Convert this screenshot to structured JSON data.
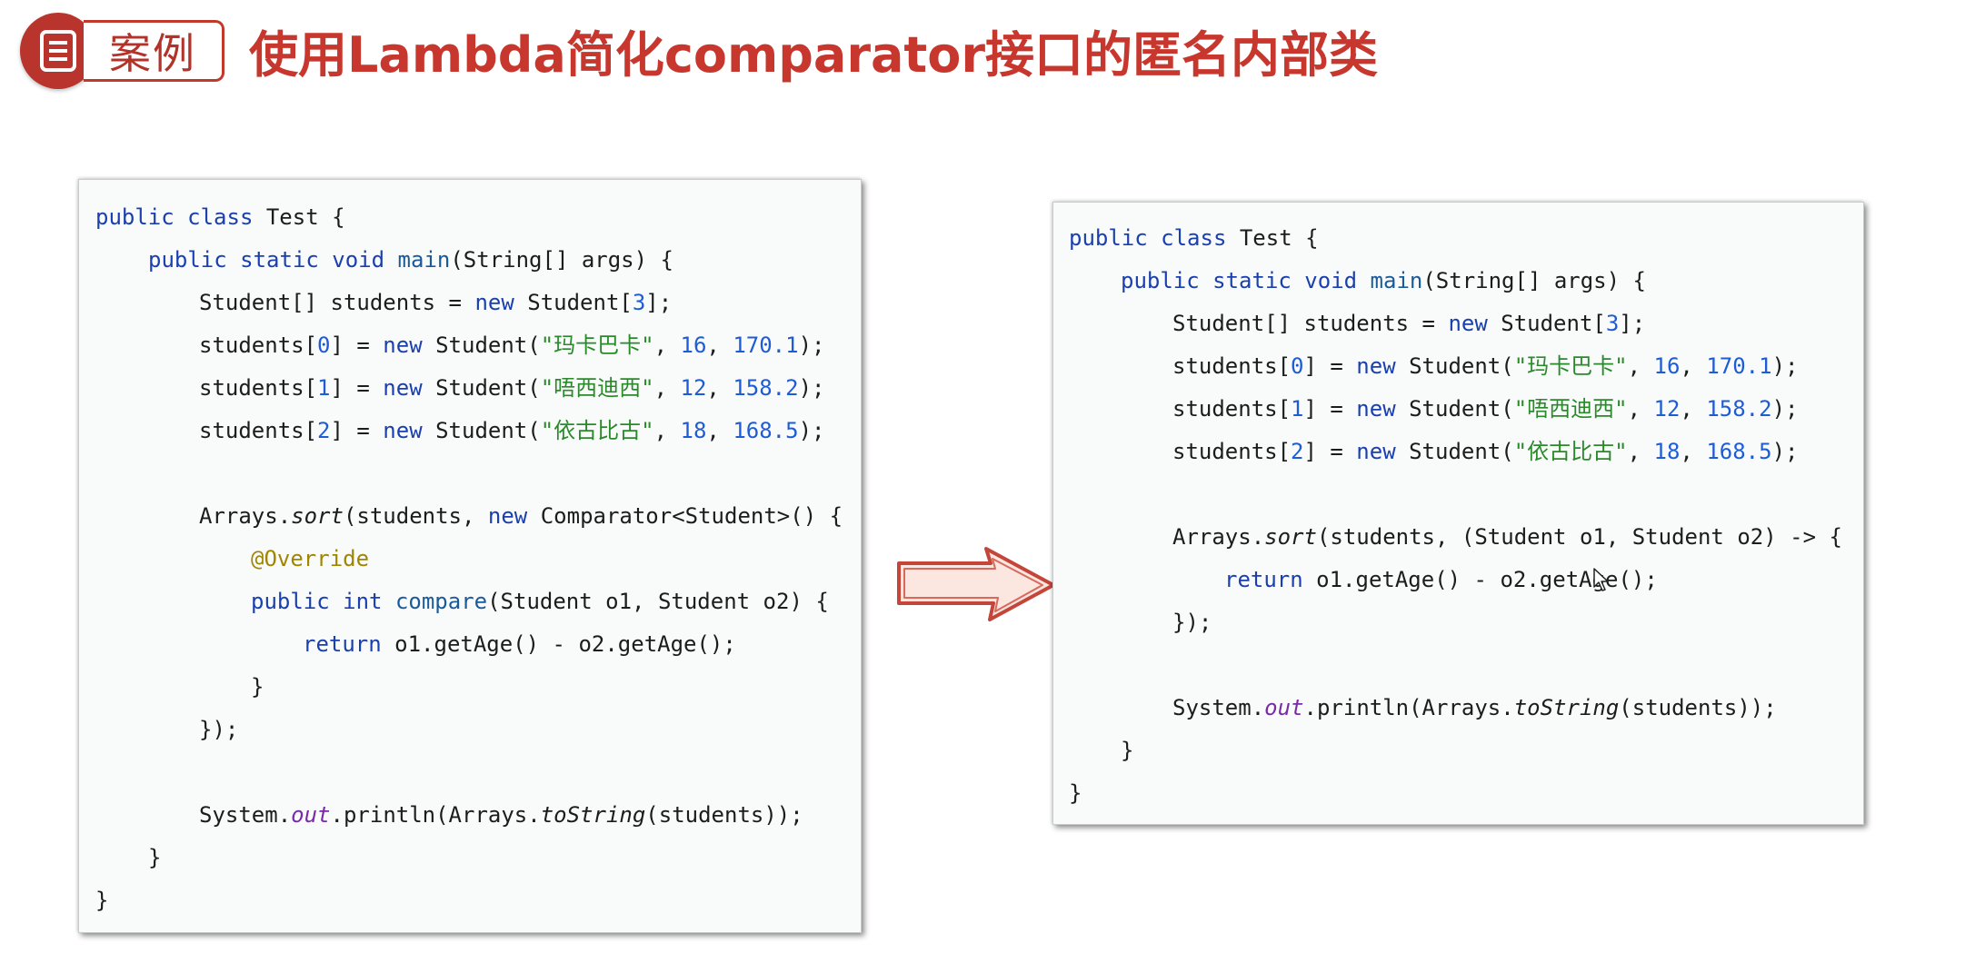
{
  "header": {
    "badge_icon": "document-icon",
    "badge_label": "案例",
    "title": "使用Lambda简化comparator接口的匿名内部类"
  },
  "colors": {
    "accent_red": "#c8372d",
    "keyword_blue": "#1a3fae",
    "number_blue": "#1e5cd6",
    "string_green": "#2a8a2a",
    "annotation_olive": "#a08600",
    "field_purple": "#7a2aa8"
  },
  "left_code": {
    "l1": {
      "kw1": "public class",
      "rest": " Test {"
    },
    "l2": {
      "kw1": "public static void",
      "sp": " ",
      "method": "main",
      "rest": "(String[] args) {"
    },
    "l3": {
      "a": "Student[] students = ",
      "kw": "new",
      "b": " Student[",
      "n": "3",
      "c": "];"
    },
    "l4": {
      "a": "students[",
      "i": "0",
      "b": "] = ",
      "kw": "new",
      "c": " Student(",
      "s": "\"玛卡巴卡\"",
      "d": ", ",
      "n1": "16",
      "e": ", ",
      "n2": "170.1",
      "f": ");"
    },
    "l5": {
      "a": "students[",
      "i": "1",
      "b": "] = ",
      "kw": "new",
      "c": " Student(",
      "s": "\"唔西迪西\"",
      "d": ", ",
      "n1": "12",
      "e": ", ",
      "n2": "158.2",
      "f": ");"
    },
    "l6": {
      "a": "students[",
      "i": "2",
      "b": "] = ",
      "kw": "new",
      "c": " Student(",
      "s": "\"依古比古\"",
      "d": ", ",
      "n1": "18",
      "e": ", ",
      "n2": "168.5",
      "f": ");"
    },
    "l7": {
      "a": "Arrays.",
      "m": "sort",
      "b": "(students, ",
      "kw": "new",
      "c": " Comparator<Student>() {"
    },
    "l8": {
      "ann": "@Override"
    },
    "l9": {
      "kw": "public int",
      "sp": " ",
      "method": "compare",
      "rest": "(Student o1, Student o2) {"
    },
    "l10": {
      "kw": "return",
      "rest": " o1.getAge() - o2.getAge();"
    },
    "l11": {
      "text": "}"
    },
    "l12": {
      "text": "});"
    },
    "l13": {
      "a": "System.",
      "f": "out",
      "b": ".println(Arrays.",
      "m": "toString",
      "c": "(students));"
    },
    "l14": {
      "text": "}"
    },
    "l15": {
      "text": "}"
    }
  },
  "right_code": {
    "l1": {
      "kw1": "public class",
      "rest": " Test {"
    },
    "l2": {
      "kw1": "public static void",
      "sp": " ",
      "method": "main",
      "rest": "(String[] args) {"
    },
    "l3": {
      "a": "Student[] students = ",
      "kw": "new",
      "b": " Student[",
      "n": "3",
      "c": "];"
    },
    "l4": {
      "a": "students[",
      "i": "0",
      "b": "] = ",
      "kw": "new",
      "c": " Student(",
      "s": "\"玛卡巴卡\"",
      "d": ", ",
      "n1": "16",
      "e": ", ",
      "n2": "170.1",
      "f": ");"
    },
    "l5": {
      "a": "students[",
      "i": "1",
      "b": "] = ",
      "kw": "new",
      "c": " Student(",
      "s": "\"唔西迪西\"",
      "d": ", ",
      "n1": "12",
      "e": ", ",
      "n2": "158.2",
      "f": ");"
    },
    "l6": {
      "a": "students[",
      "i": "2",
      "b": "] = ",
      "kw": "new",
      "c": " Student(",
      "s": "\"依古比古\"",
      "d": ", ",
      "n1": "18",
      "e": ", ",
      "n2": "168.5",
      "f": ");"
    },
    "l7": {
      "a": "Arrays.",
      "m": "sort",
      "b": "(students, (Student o1, Student o2) -> {"
    },
    "l8": {
      "kw": "return",
      "rest": " o1.getAge() - o2.getAge();"
    },
    "l9": {
      "text": "});"
    },
    "l10": {
      "a": "System.",
      "f": "out",
      "b": ".println(Arrays.",
      "m": "toString",
      "c": "(students));"
    },
    "l11": {
      "text": "}"
    },
    "l12": {
      "text": "}"
    }
  },
  "arrow_icon": "right-arrow-icon"
}
